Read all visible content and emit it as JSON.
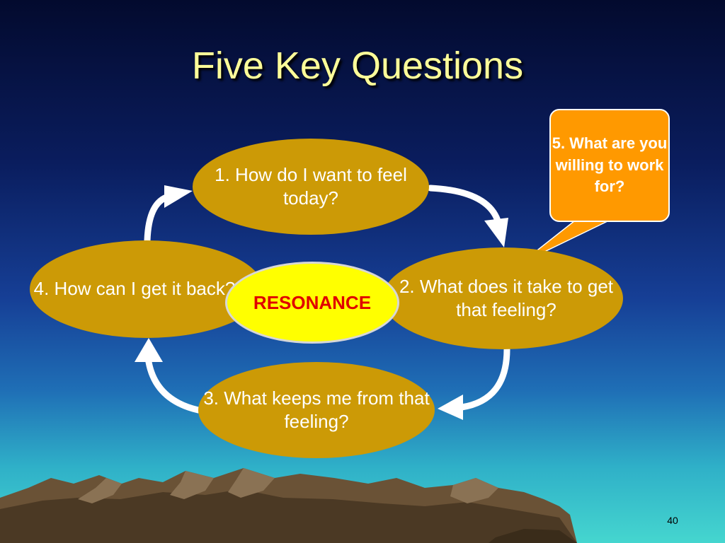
{
  "slide": {
    "title": "Five Key Questions",
    "page_number": "40"
  },
  "cycle": {
    "q1": "1.  How do I want to feel today?",
    "q2": "2. What does it take to get that feeling?",
    "q3": "3.  What keeps me from that feeling?",
    "q4": "4.  How can I get it back?",
    "center": "RESONANCE"
  },
  "callout": {
    "text": "5. What are you willing to work for?"
  },
  "colors": {
    "node_fill": "#cc9a06",
    "center_fill": "#ffff00",
    "center_text": "#e00000",
    "callout_fill": "#ff9900",
    "title_text": "#ffff99"
  }
}
